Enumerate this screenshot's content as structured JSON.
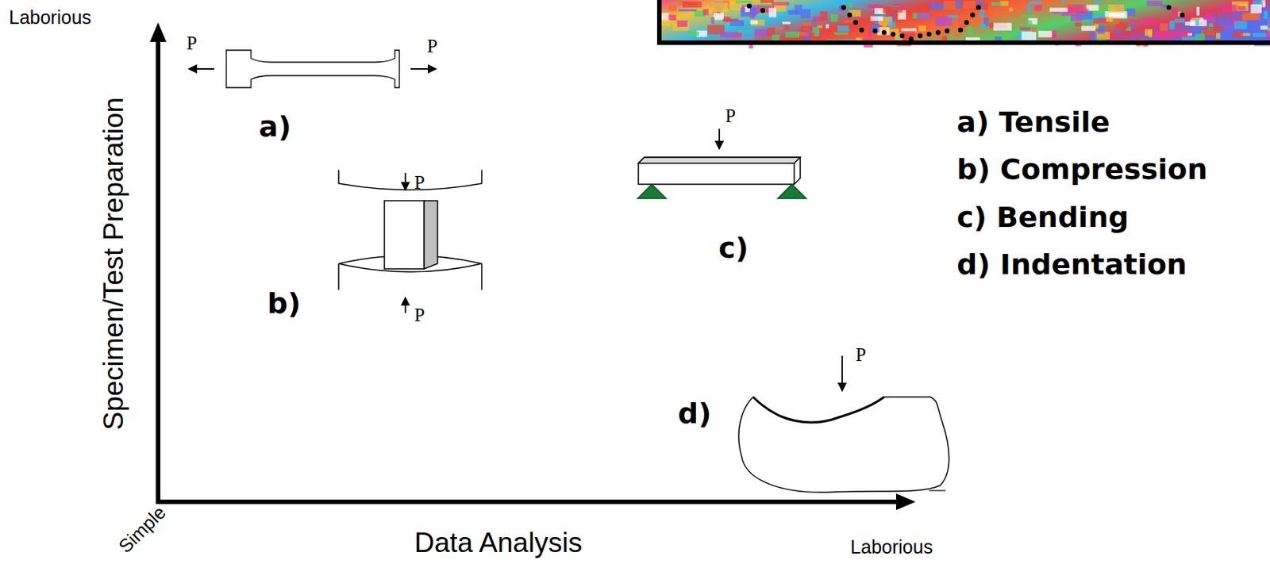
{
  "diagram": {
    "labels": [
      "Laborious",
      "Specimen/Test Preparation",
      "Simple",
      "Data Analysis",
      "Laborious",
      "P",
      "P",
      "a)",
      "P",
      "b)",
      "P",
      "P",
      "c)",
      "P",
      "d)",
      "a) Tensile",
      "b) Compression",
      "c) Bending",
      "d) Indentation"
    ]
  }
}
